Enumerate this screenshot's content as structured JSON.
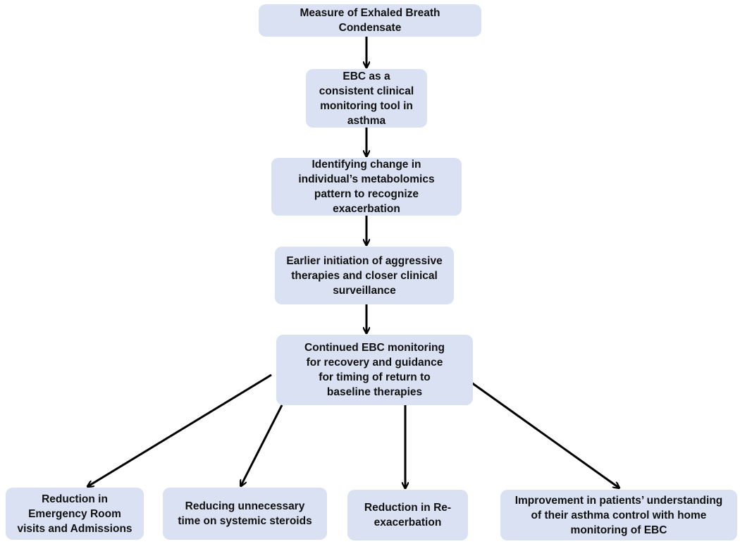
{
  "diagram": {
    "nodes": [
      {
        "id": "measure",
        "text": "Measure of Exhaled Breath\nCondensate"
      },
      {
        "id": "ebc-tool",
        "text": "EBC as a\nconsistent clinical\nmonitoring tool in\nasthma"
      },
      {
        "id": "identify",
        "text": "Identifying change in\nindividual’s metabolomics\npattern to recognize\nexacerbation"
      },
      {
        "id": "earlier",
        "text": "Earlier initiation of aggressive\ntherapies and closer clinical\nsurveillance"
      },
      {
        "id": "continued",
        "text": "Continued EBC monitoring\nfor recovery and guidance\nfor timing of return to\nbaseline therapies"
      },
      {
        "id": "er-visits",
        "text": "Reduction in\nEmergency Room\nvisits and Admissions"
      },
      {
        "id": "steroids",
        "text": "Reducing unnecessary\ntime on systemic steroids"
      },
      {
        "id": "reexacerbation",
        "text": "Reduction in Re-\nexacerbation"
      },
      {
        "id": "understanding",
        "text": "Improvement in patients’ understanding\nof their asthma control with home\nmonitoring of EBC"
      }
    ],
    "edges": [
      {
        "from": "measure",
        "to": "ebc-tool"
      },
      {
        "from": "ebc-tool",
        "to": "identify"
      },
      {
        "from": "identify",
        "to": "earlier"
      },
      {
        "from": "earlier",
        "to": "continued"
      },
      {
        "from": "continued",
        "to": "er-visits"
      },
      {
        "from": "continued",
        "to": "steroids"
      },
      {
        "from": "continued",
        "to": "reexacerbation"
      },
      {
        "from": "continued",
        "to": "understanding"
      }
    ],
    "colors": {
      "box_fill": "#d9e1f2",
      "arrow": "#000000",
      "text": "#111111"
    }
  }
}
